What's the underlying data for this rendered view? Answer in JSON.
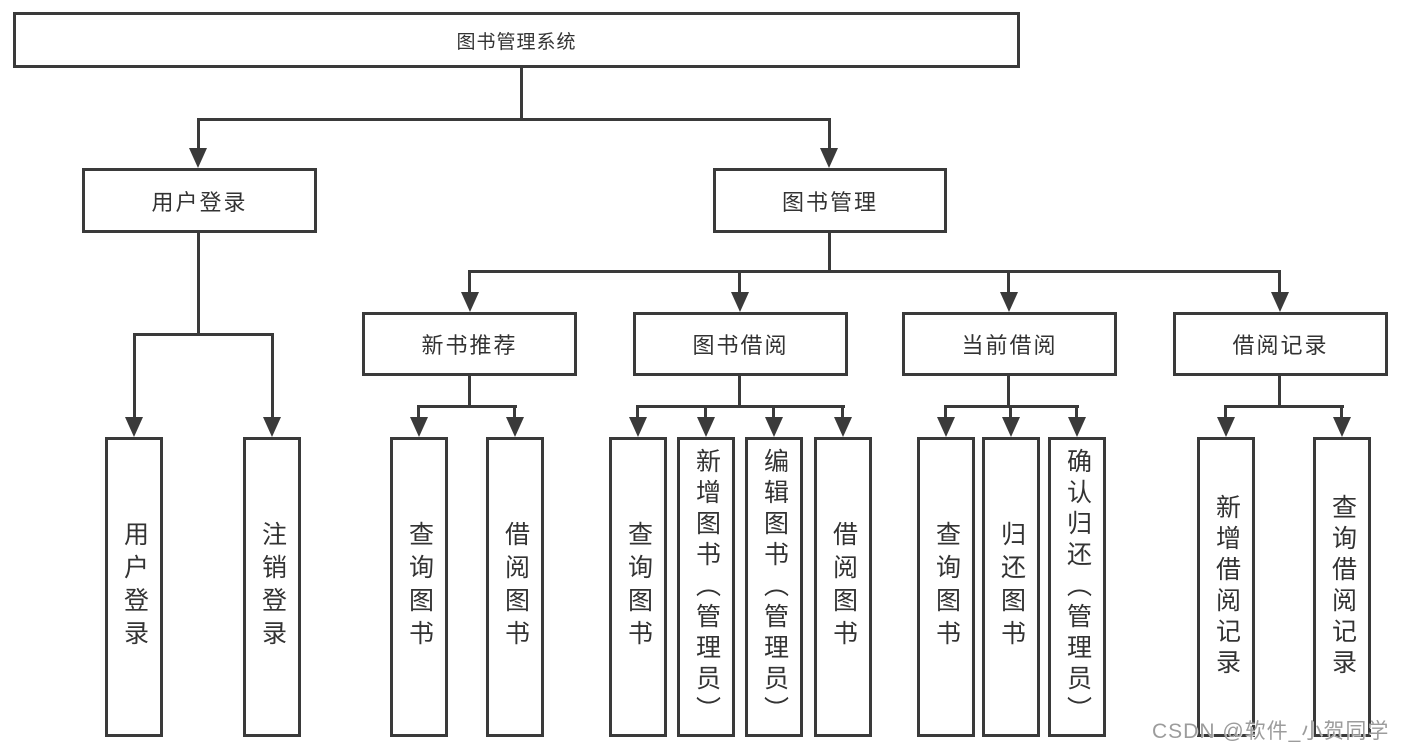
{
  "diagram": {
    "colors": {
      "line": "#3a3a3a",
      "text": "#333333",
      "background": "#ffffff",
      "watermark": "#9c9c9c"
    },
    "root": {
      "label": "图书管理系统"
    },
    "user_login": {
      "label": "用户登录",
      "children": [
        {
          "label": "用户登录"
        },
        {
          "label": "注销登录"
        }
      ]
    },
    "book_management": {
      "label": "图书管理",
      "sections": [
        {
          "label": "新书推荐",
          "children": [
            {
              "label": "查询图书"
            },
            {
              "label": "借阅图书"
            }
          ]
        },
        {
          "label": "图书借阅",
          "children": [
            {
              "label": "查询图书"
            },
            {
              "label": "新增图书（管理员）"
            },
            {
              "label": "编辑图书（管理员）"
            },
            {
              "label": "借阅图书"
            }
          ]
        },
        {
          "label": "当前借阅",
          "children": [
            {
              "label": "查询图书"
            },
            {
              "label": "归还图书"
            },
            {
              "label": "确认归还（管理员）"
            }
          ]
        },
        {
          "label": "借阅记录",
          "children": [
            {
              "label": "新增借阅记录"
            },
            {
              "label": "查询借阅记录"
            }
          ]
        }
      ]
    },
    "watermark": "CSDN @软件_小贺同学"
  }
}
